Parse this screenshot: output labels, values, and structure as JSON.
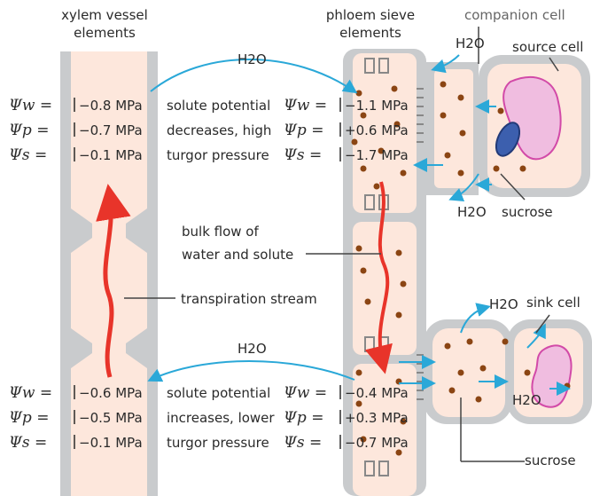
{
  "headers": {
    "xylem": [
      "xylem vessel",
      "elements"
    ],
    "phloem": [
      "phloem sieve",
      "elements"
    ],
    "companion": "companion cell",
    "source": "source cell",
    "sink": "sink cell"
  },
  "water": {
    "top": "H2O",
    "bottom": "H2O",
    "companion_in": "H2O",
    "companion_out": "H2O",
    "sink_in": "H2O",
    "sink_out": "H2O"
  },
  "symbols": {
    "w": "Ψw =",
    "p": "Ψp =",
    "s": "Ψs ="
  },
  "xylem_top": {
    "w": "−0.8 MPa",
    "p": "−0.7 MPa",
    "s": "−0.1 MPa"
  },
  "phloem_top": {
    "w": "−1.1 MPa",
    "p": "+0.6 MPa",
    "s": "−1.7 MPa"
  },
  "xylem_bottom": {
    "w": "−0.6 MPa",
    "p": "−0.5 MPa",
    "s": "−0.1 MPa"
  },
  "phloem_bottom": {
    "w": "−0.4 MPa",
    "p": "+0.3 MPa",
    "s": "−0.7 MPa"
  },
  "middle_top": [
    "solute potential",
    "decreases, high",
    "turgor pressure"
  ],
  "middle_bottom": [
    "solute potential",
    "increases, lower",
    "turgor pressure"
  ],
  "bulk_flow": [
    "bulk flow of",
    "water and solute"
  ],
  "transpiration": "transpiration stream",
  "sucrose_top": "sucrose",
  "sucrose_bottom": "sucrose",
  "colors": {
    "cell_wall": "#c9cbcd",
    "cytoplasm": "#fde7dc",
    "arrow_water": "#2aa8d8",
    "flow_arrow": "#e8342a",
    "sucrose_dot": "#8b4513",
    "vacuole": "#f0bde0",
    "nucleus": "#3c5fae"
  }
}
